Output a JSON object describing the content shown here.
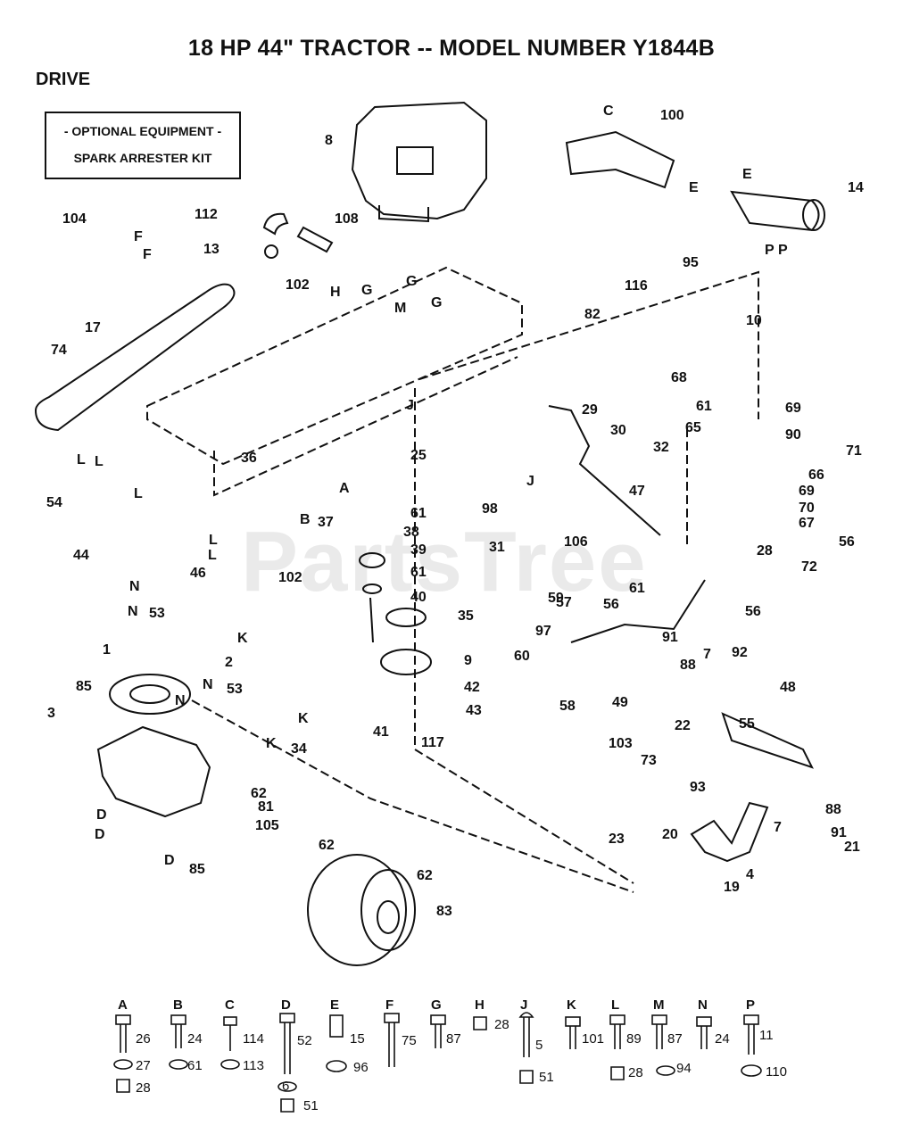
{
  "title": "18 HP 44\" TRACTOR -- MODEL NUMBER Y1844B",
  "section": "DRIVE",
  "optional_box": {
    "line1": "- OPTIONAL EQUIPMENT -",
    "line2": "SPARK ARRESTER KIT"
  },
  "watermark": "PartsTree",
  "callouts": [
    "104",
    "8",
    "100",
    "C",
    "112",
    "108",
    "13",
    "E",
    "E",
    "14",
    "P",
    "P",
    "F",
    "F",
    "95",
    "10",
    "74",
    "17",
    "102",
    "H",
    "G",
    "G",
    "M",
    "G",
    "116",
    "82",
    "68",
    "61",
    "69",
    "65",
    "90",
    "71",
    "29",
    "30",
    "32",
    "47",
    "66",
    "69",
    "70",
    "67",
    "28",
    "56",
    "72",
    "J",
    "J",
    "36",
    "25",
    "98",
    "A",
    "B",
    "37",
    "61",
    "38",
    "39",
    "61",
    "40",
    "31",
    "106",
    "59",
    "57",
    "61",
    "56",
    "56",
    "54",
    "L",
    "L",
    "L",
    "44",
    "46",
    "L",
    "L",
    "102",
    "N",
    "N",
    "53",
    "K",
    "2",
    "1",
    "85",
    "3",
    "N",
    "N",
    "53",
    "K",
    "K",
    "34",
    "41",
    "35",
    "9",
    "42",
    "43",
    "117",
    "97",
    "60",
    "58",
    "91",
    "88",
    "7",
    "92",
    "48",
    "49",
    "103",
    "22",
    "55",
    "73",
    "93",
    "7",
    "88",
    "91",
    "21",
    "23",
    "20",
    "19",
    "4",
    "D",
    "D",
    "D",
    "85",
    "62",
    "81",
    "105",
    "62",
    "62",
    "83"
  ],
  "hardware_legend": [
    {
      "letter": "A",
      "parts": [
        "26",
        "27",
        "28"
      ]
    },
    {
      "letter": "B",
      "parts": [
        "24",
        "61"
      ]
    },
    {
      "letter": "C",
      "parts": [
        "114",
        "113"
      ]
    },
    {
      "letter": "D",
      "parts": [
        "52",
        "6",
        "51"
      ]
    },
    {
      "letter": "E",
      "parts": [
        "15",
        "96"
      ]
    },
    {
      "letter": "F",
      "parts": [
        "75"
      ]
    },
    {
      "letter": "G",
      "parts": [
        "87"
      ]
    },
    {
      "letter": "H",
      "parts": [
        "28"
      ]
    },
    {
      "letter": "J",
      "parts": [
        "5",
        "51"
      ]
    },
    {
      "letter": "K",
      "parts": [
        "101"
      ]
    },
    {
      "letter": "L",
      "parts": [
        "89",
        "28",
        "94"
      ]
    },
    {
      "letter": "M",
      "parts": [
        "87"
      ]
    },
    {
      "letter": "N",
      "parts": [
        "24"
      ]
    },
    {
      "letter": "P",
      "parts": [
        "11",
        "110"
      ]
    }
  ]
}
